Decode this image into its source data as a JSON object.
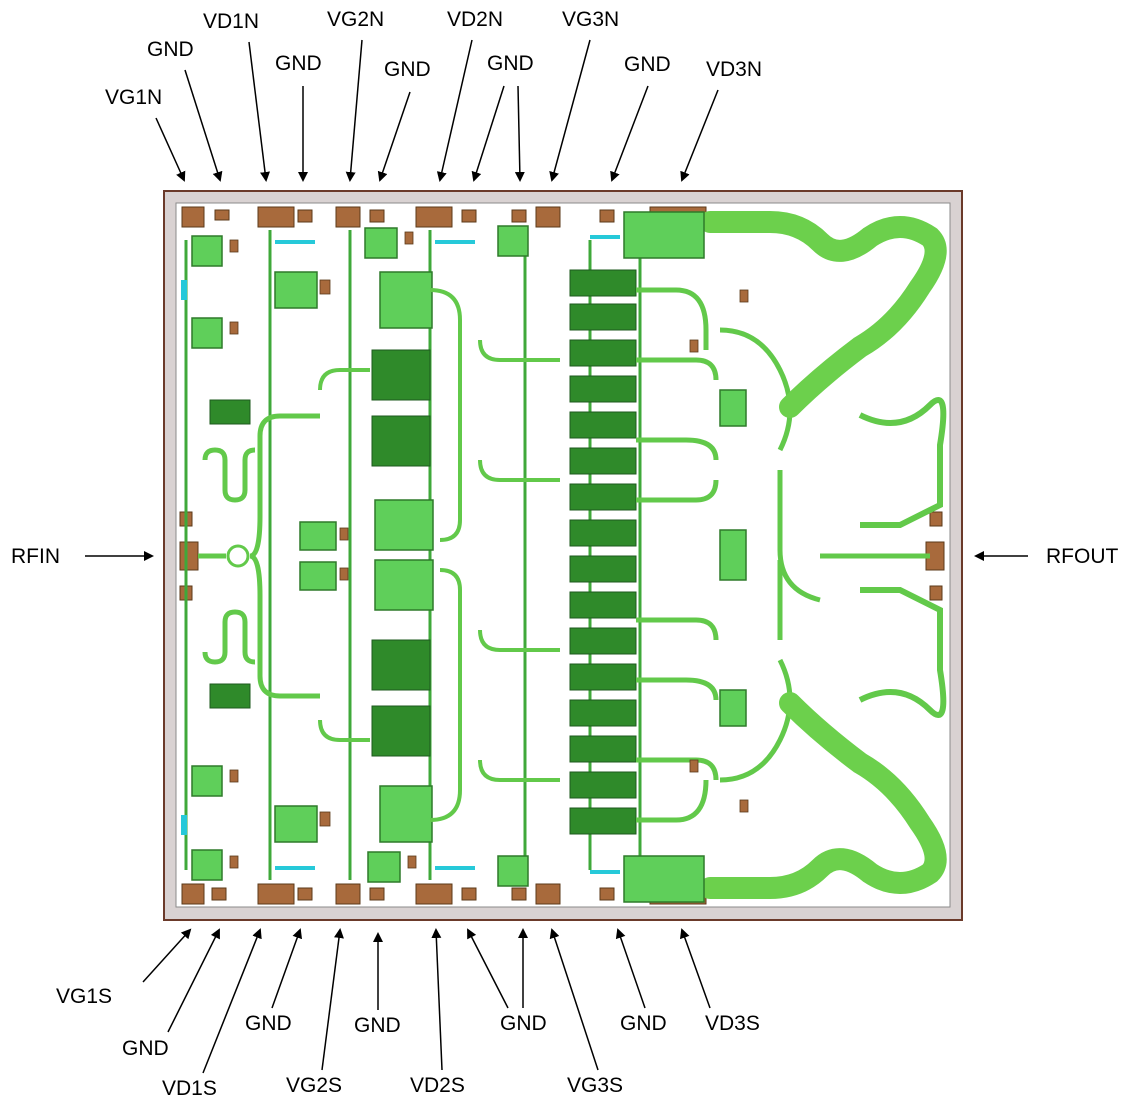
{
  "labels": {
    "top": [
      "VG1N",
      "GND",
      "VD1N",
      "GND",
      "VG2N",
      "GND",
      "VD2N",
      "GND",
      "VG3N",
      "GND",
      "VD3N"
    ],
    "bottom": [
      "VG1S",
      "GND",
      "VD1S",
      "GND",
      "VG2S",
      "GND",
      "VD2S",
      "GND",
      "VG3S",
      "GND",
      "VD3S"
    ],
    "left": "RFIN",
    "right": "RFOUT"
  },
  "colors": {
    "frame": "#d9d2d2",
    "frame_border": "#6b3a2a",
    "pad": "#a86a3c",
    "trace": "#62c94a",
    "trace_dark": "#2f8a2a",
    "component": "#3fa83a",
    "via": "#26c9d9"
  }
}
